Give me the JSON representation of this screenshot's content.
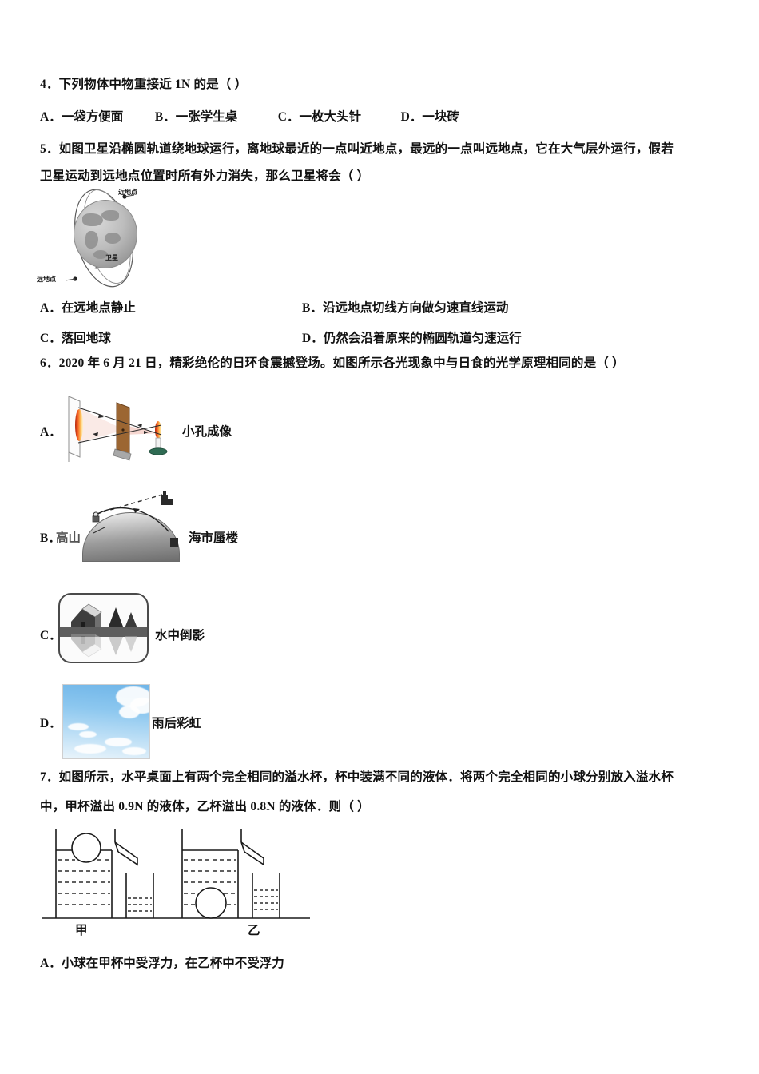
{
  "page": {
    "subject": "physics-exam-page",
    "language": "zh-CN"
  },
  "questions": [
    {
      "id": "q4",
      "number": "4．",
      "stem": "下列物体中物重接近 1N 的是（    ）",
      "options": [
        {
          "letter": "A．",
          "text": "一袋方便面"
        },
        {
          "letter": "B．",
          "text": "一张学生桌"
        },
        {
          "letter": "C．",
          "text": "一枚大头针"
        },
        {
          "letter": "D．",
          "text": "一块砖"
        }
      ]
    },
    {
      "id": "q5",
      "number": "5．",
      "stem_line1": "如图卫星沿椭圆轨道绕地球运行，离地球最近的一点叫近地点，最远的一点叫远地点，它在大气层外运行，假若",
      "stem_line2": "卫星运动到远地点位置时所有外力消失，那么卫星将会（     ）",
      "figure": {
        "name": "satellite-orbit-diagram",
        "labels": {
          "perigee": "近地点",
          "satellite": "卫星",
          "apogee": "远地点"
        }
      },
      "options": [
        {
          "letter": "A．",
          "text": "在远地点静止"
        },
        {
          "letter": "B．",
          "text": "沿远地点切线方向做匀速直线运动"
        },
        {
          "letter": "C．",
          "text": "落回地球"
        },
        {
          "letter": "D．",
          "text": "仍然会沿着原来的椭圆轨道匀速运行"
        }
      ]
    },
    {
      "id": "q6",
      "number": "6．",
      "stem": "2020 年 6 月 21 日，精彩绝伦的日环食震撼登场。如图所示各光现象中与日食的光学原理相同的是（     ）",
      "options": [
        {
          "letter": "A．",
          "caption": "小孔成像",
          "figure": "pinhole-imaging-figure"
        },
        {
          "letter": "B．",
          "caption": "海市蜃楼",
          "figure": "mirage-figure",
          "inner_label": "高山"
        },
        {
          "letter": "C．",
          "caption": "水中倒影",
          "figure": "water-reflection-figure"
        },
        {
          "letter": "D．",
          "caption": "雨后彩虹",
          "figure": "rainbow-figure"
        }
      ]
    },
    {
      "id": "q7",
      "number": "7．",
      "stem_line1": "如图所示，水平桌面上有两个完全相同的溢水杯，杯中装满不同的液体．将两个完全相同的小球分别放入溢水杯",
      "stem_line2": "中，甲杯溢出 0.9N 的液体，乙杯溢出 0.8N 的液体．则（     ）",
      "figure": {
        "name": "overflow-cups-diagram",
        "labels": {
          "cup_left": "甲",
          "cup_right": "乙"
        }
      },
      "options": [
        {
          "letter": "A．",
          "text": "小球在甲杯中受浮力，在乙杯中不受浮力"
        }
      ]
    }
  ],
  "colors": {
    "text": "#111111",
    "flame": "#f25b20",
    "pinboard": "#8d5a2b",
    "sky": "#8cc7ef",
    "earth": "#9a9a9a"
  }
}
